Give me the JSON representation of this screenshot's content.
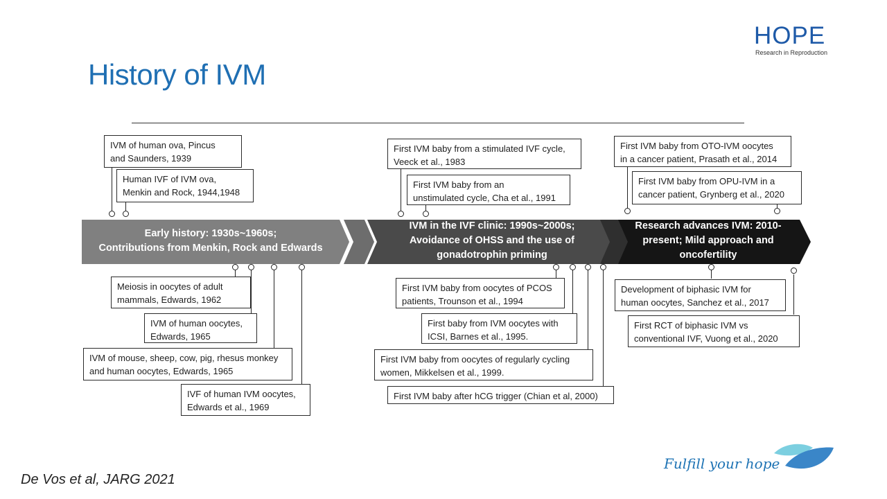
{
  "slide": {
    "title": "History of IVM",
    "citation": "De Vos et al, JARG 2021",
    "slogan": "Fulfill your hope"
  },
  "logo": {
    "word": "HOPE",
    "subtitle": "Research in Reproduction",
    "colors": {
      "primary": "#1e5aa8",
      "leaf_light": "#7ccfe0",
      "leaf_dark": "#3a86c8"
    }
  },
  "stages": [
    {
      "label": "Early history: 1930s~1960s;\nContributions from Menkin, Rock and Edwards",
      "color": "#808080"
    },
    {
      "label": "IVM in the IVF clinic: 1990s~2000s;\nAvoidance of OHSS and the use of\ngonadotrophin priming",
      "color": "#4a4a4a"
    },
    {
      "label": "Research advances IVM: 2010-\npresent; Mild approach and\noncofertility",
      "color": "#151515"
    }
  ],
  "events_above": [
    "IVM of human ova, Pincus\nand Saunders, 1939",
    "Human IVF of IVM ova,\nMenkin and Rock, 1944,1948",
    "First IVM baby from a stimulated IVF cycle,\nVeeck et al., 1983",
    "First IVM baby from an\nunstimulated cycle, Cha et al., 1991",
    "First IVM baby from OTO-IVM oocytes\nin a cancer patient, Prasath et al., 2014",
    "First IVM baby from OPU-IVM in a\ncancer patient, Grynberg et al., 2020"
  ],
  "events_below": [
    "Meiosis in oocytes of adult\nmammals, Edwards, 1962",
    "IVM of human oocytes,\nEdwards, 1965",
    "IVM of mouse, sheep, cow, pig, rhesus monkey\nand human oocytes, Edwards, 1965",
    "IVF of human IVM oocytes,\nEdwards et al., 1969",
    "First IVM baby from oocytes of PCOS\npatients, Trounson et al., 1994",
    "First baby from IVM oocytes with\nICSI, Barnes et al., 1995.",
    "First IVM baby from oocytes of regularly cycling\nwomen, Mikkelsen et al., 1999.",
    "First IVM baby after hCG trigger (Chian et al, 2000)",
    "Development of biphasic IVM for\nhuman oocytes, Sanchez et al., 2017",
    "First RCT of biphasic IVM vs\nconventional IVF, Vuong et al., 2020"
  ]
}
